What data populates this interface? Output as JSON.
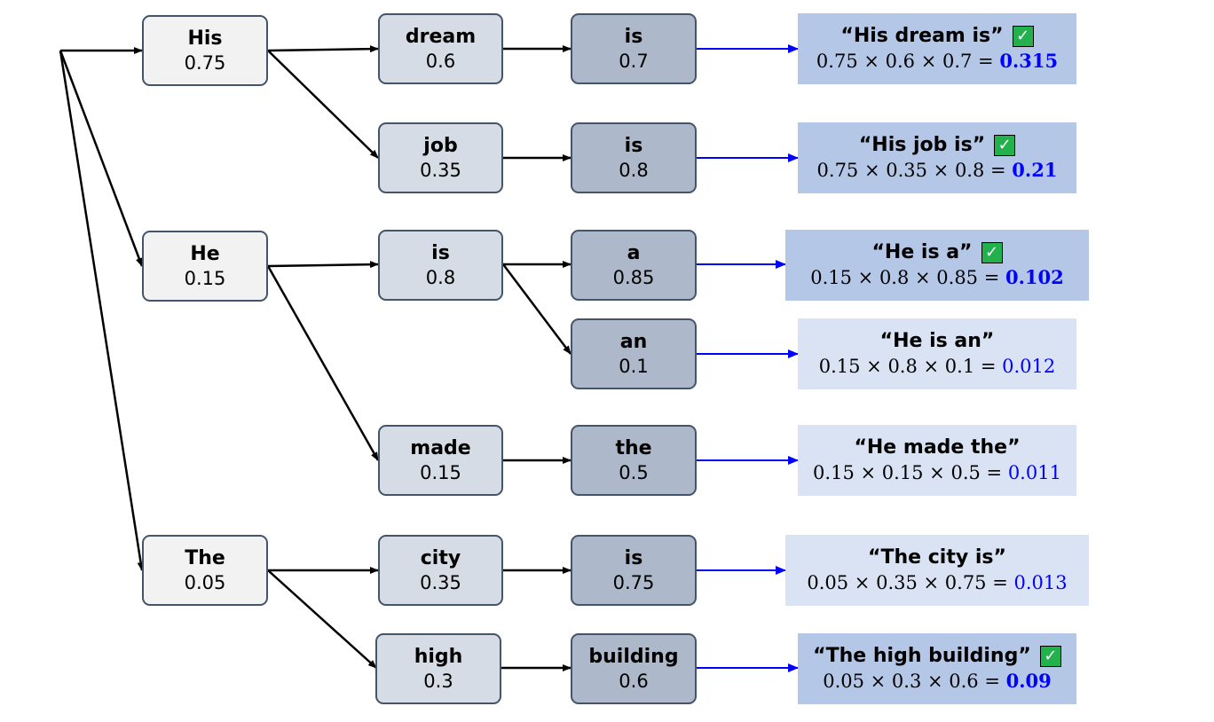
{
  "nodes": {
    "his": {
      "word": "His",
      "prob": "0.75"
    },
    "he": {
      "word": "He",
      "prob": "0.15"
    },
    "the_start": {
      "word": "The",
      "prob": "0.05"
    },
    "dream": {
      "word": "dream",
      "prob": "0.6"
    },
    "job": {
      "word": "job",
      "prob": "0.35"
    },
    "is_he": {
      "word": "is",
      "prob": "0.8"
    },
    "made": {
      "word": "made",
      "prob": "0.15"
    },
    "city": {
      "word": "city",
      "prob": "0.35"
    },
    "high": {
      "word": "high",
      "prob": "0.3"
    },
    "is_dream": {
      "word": "is",
      "prob": "0.7"
    },
    "is_job": {
      "word": "is",
      "prob": "0.8"
    },
    "a": {
      "word": "a",
      "prob": "0.85"
    },
    "an": {
      "word": "an",
      "prob": "0.1"
    },
    "the_made": {
      "word": "the",
      "prob": "0.5"
    },
    "is_city": {
      "word": "is",
      "prob": "0.75"
    },
    "building": {
      "word": "building",
      "prob": "0.6"
    }
  },
  "results": [
    {
      "phrase": "“His dream is”",
      "expr": "0.75 × 0.6 × 0.7 = ",
      "value": "0.315",
      "selected": true
    },
    {
      "phrase": "“His job is”",
      "expr": "0.75 × 0.35 × 0.8 = ",
      "value": "0.21",
      "selected": true
    },
    {
      "phrase": "“He is a”",
      "expr": "0.15 × 0.8 × 0.85 = ",
      "value": "0.102",
      "selected": true
    },
    {
      "phrase": "“He is an”",
      "expr": "0.15 × 0.8 × 0.1 = ",
      "value": "0.012",
      "selected": false
    },
    {
      "phrase": "“He made the”",
      "expr": "0.15 × 0.15 × 0.5 = ",
      "value": "0.011",
      "selected": false
    },
    {
      "phrase": "“The city is”",
      "expr": "0.05 × 0.35 × 0.75 = ",
      "value": "0.013",
      "selected": false
    },
    {
      "phrase": "“The high building”",
      "expr": "0.05 × 0.3 × 0.6 = ",
      "value": "0.09",
      "selected": true
    }
  ],
  "icons": {
    "selected": "check-mark-icon"
  },
  "colors": {
    "result_arrow": "#0000ff",
    "tree_arrow": "#000000",
    "value_text": "#0000ff",
    "check_fill": "#22b14c"
  }
}
